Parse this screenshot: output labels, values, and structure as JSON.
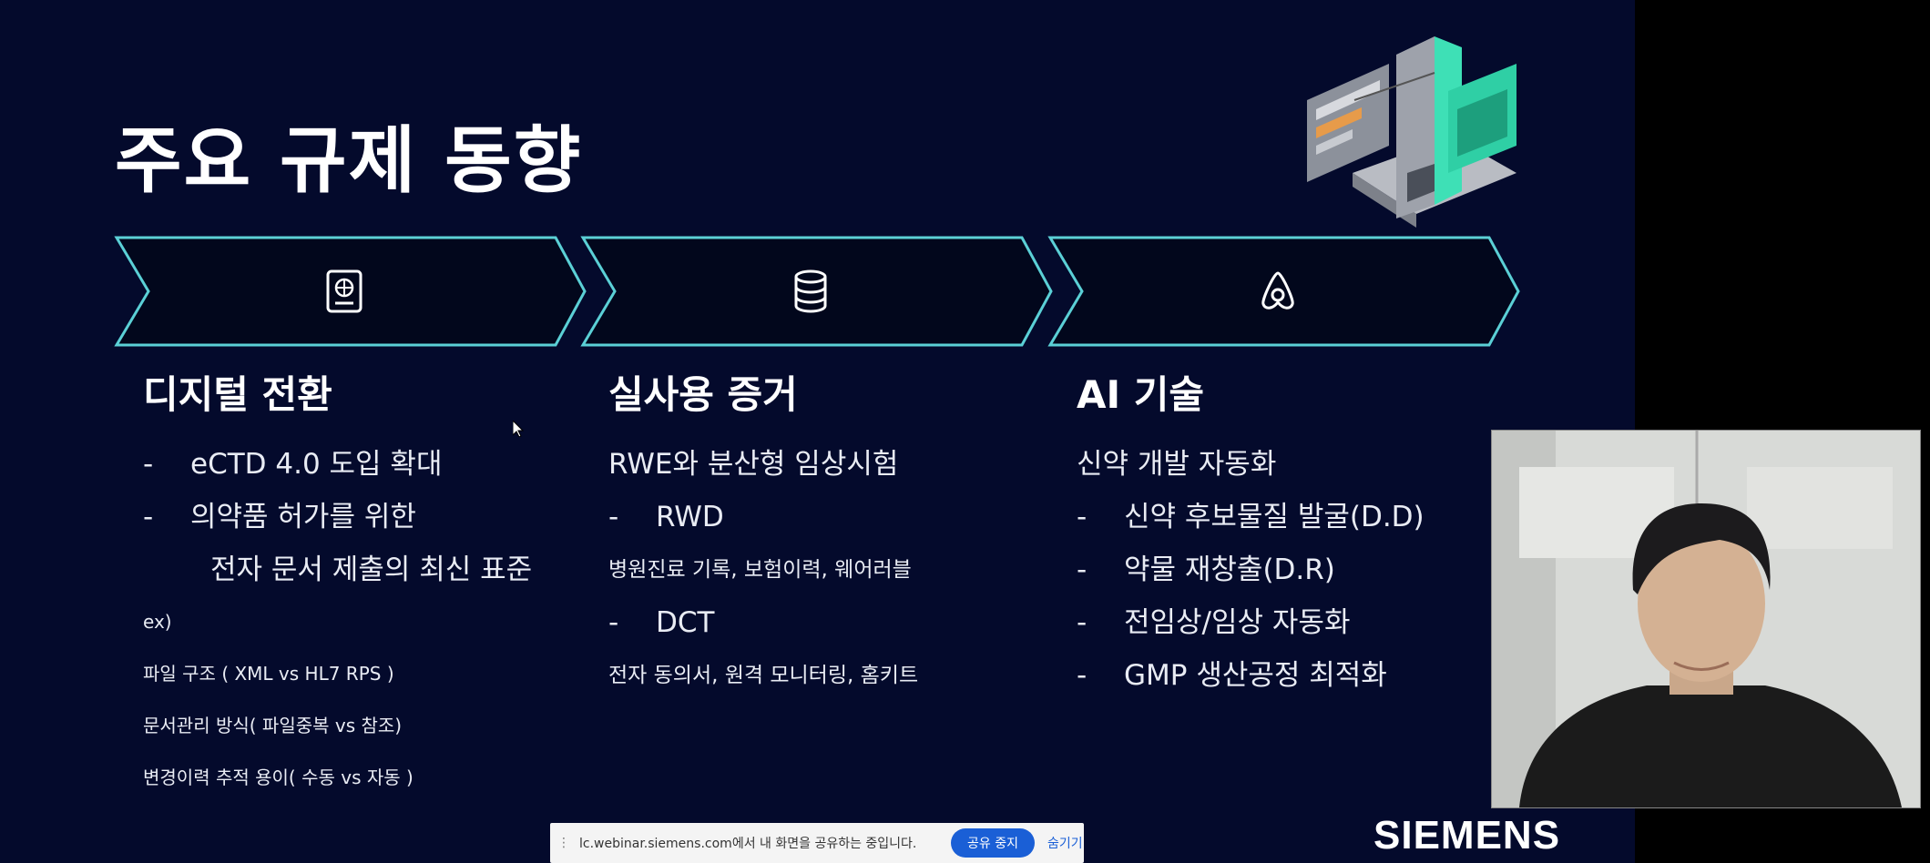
{
  "slide": {
    "title": "주요 규제 동향",
    "brand": "SIEMENS",
    "colors": {
      "background": "#040a2c",
      "accent": "#3ee0b6",
      "chevron_border": "#5bd0d6"
    },
    "chevrons": [
      {
        "icon": "passport-icon"
      },
      {
        "icon": "database-icon"
      },
      {
        "icon": "airbnb-icon"
      }
    ],
    "columns": [
      {
        "heading": "디지털 전환",
        "items": [
          {
            "dash": "-",
            "text": "eCTD 4.0 도입 확대"
          },
          {
            "dash": "-",
            "text": "의약품 허가를 위한"
          },
          {
            "text": "전자 문서 제출의 최신 표준"
          }
        ],
        "notes": [
          "ex)",
          "파일 구조 ( XML vs HL7 RPS )",
          "문서관리 방식( 파일중복 vs 참조)",
          "변경이력 추적 용이( 수동 vs 자동 )"
        ]
      },
      {
        "heading": "실사용 증거",
        "items": [
          {
            "text": "RWE와 분산형 임상시험"
          },
          {
            "dash": "-",
            "text": "RWD"
          },
          {
            "small": "병원진료 기록, 보험이력, 웨어러블"
          },
          {
            "dash": "-",
            "text": "DCT"
          },
          {
            "small": "전자 동의서, 원격 모니터링, 홈키트"
          }
        ]
      },
      {
        "heading": "AI 기술",
        "items": [
          {
            "text": "신약 개발 자동화"
          },
          {
            "dash": "-",
            "text": "신약 후보물질 발굴(D.D)"
          },
          {
            "dash": "-",
            "text": "약물 재창출(D.R)"
          },
          {
            "dash": "-",
            "text": "전임상/임상 자동화"
          },
          {
            "dash": "-",
            "text": "GMP 생산공정 최적화"
          }
        ]
      }
    ]
  },
  "share_bar": {
    "message": "lc.webinar.siemens.com에서 내 화면을 공유하는 중입니다.",
    "stop_label": "공유 중지",
    "hide_label": "숨기기"
  },
  "webcam": {
    "label": "presenter-video"
  }
}
